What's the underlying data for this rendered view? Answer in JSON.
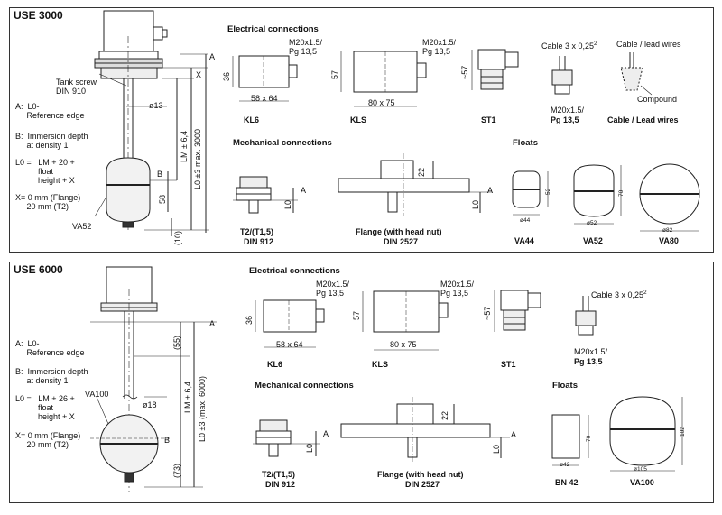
{
  "use3000": {
    "title": "USE 3000",
    "side": {
      "tank_screw": "Tank screw\nDIN 910",
      "a_label": "A:  L0-\n     Reference edge",
      "b_label": "B:  Immersion depth\n     at density 1",
      "l0_label": "L0 =   LM + 20 +\n          float\n          height + X",
      "x_label": "X= 0 mm (Flange)\n     20 mm (T2)",
      "float_name": "VA52",
      "dims": {
        "x": "X",
        "a": "A",
        "b": "B",
        "d13": "ø13",
        "lm": "LM ± 6,4",
        "l0": "L0 ±3  max. 3000",
        "d58": "58",
        "d10": "(10)"
      }
    },
    "electrical": {
      "heading": "Electrical connections",
      "kl6": {
        "name": "KL6",
        "thread": "M20x1.5/\nPg 13,5",
        "h": "36",
        "w": "58 x 64"
      },
      "kls": {
        "name": "KLS",
        "thread": "M20x1.5/\nPg 13,5",
        "h": "57",
        "w": "80 x 75"
      },
      "st1": {
        "name": "ST1",
        "h": "~57"
      },
      "cable": {
        "label": "Cable 3 x 0,25",
        "sup": "2",
        "thread1": "M20x1.5/",
        "thread2": "Pg 13,5"
      },
      "lead": {
        "label": "Cable / lead wires",
        "compound": "Compound",
        "name": "Cable / Lead wires"
      }
    },
    "mechanical": {
      "heading": "Mechanical connections",
      "t2": {
        "name1": "T2/(T1,5)",
        "name2": "DIN 912",
        "l0": "L0",
        "a": "A"
      },
      "flange": {
        "name1": "Flange (with head nut)",
        "name2": "DIN 2527",
        "d22": "22",
        "l0": "L0",
        "a": "A"
      }
    },
    "floats": {
      "heading": "Floats",
      "va44": {
        "name": "VA44",
        "d": "ø44",
        "h": "52"
      },
      "va52": {
        "name": "VA52",
        "d": "ø52",
        "h": "70"
      },
      "va80": {
        "name": "VA80",
        "d": "ø82"
      }
    }
  },
  "use6000": {
    "title": "USE 6000",
    "side": {
      "a_label": "A:  L0-\n     Reference edge",
      "b_label": "B:  Immersion depth\n     at density 1",
      "l0_label": "L0 =   LM + 26 +\n          float\n          height + X",
      "x_label": "X= 0 mm (Flange)\n     20 mm (T2)",
      "float_name": "VA100",
      "dims": {
        "a": "A",
        "b": "B",
        "d18": "ø18",
        "d55": "(55)",
        "lm": "LM ± 6,4",
        "l0": "L0 ±3 (max. 6000)",
        "d73": "(73)"
      }
    },
    "electrical": {
      "heading": "Electrical connections",
      "kl6": {
        "name": "KL6",
        "thread": "M20x1.5/\nPg 13,5",
        "h": "36",
        "w": "58 x 64"
      },
      "kls": {
        "name": "KLS",
        "thread": "M20x1.5/\nPg 13,5",
        "h": "57",
        "w": "80 x 75"
      },
      "st1": {
        "name": "ST1",
        "h": "~57"
      },
      "cable": {
        "label": "Cable 3 x 0,25",
        "sup": "2",
        "thread1": "M20x1.5/",
        "thread2": "Pg 13,5"
      }
    },
    "mechanical": {
      "heading": "Mechanical connections",
      "t2": {
        "name1": "T2/(T1,5)",
        "name2": "DIN 912",
        "l0": "L0",
        "a": "A"
      },
      "flange": {
        "name1": "Flange (with head nut)",
        "name2": "DIN 2527",
        "d22": "22",
        "l0": "L0",
        "a": "A"
      }
    },
    "floats": {
      "heading": "Floats",
      "bn42": {
        "name": "BN 42",
        "d": "ø42",
        "h": "70"
      },
      "va100": {
        "name": "VA100",
        "d": "ø105",
        "h": "102"
      }
    }
  }
}
